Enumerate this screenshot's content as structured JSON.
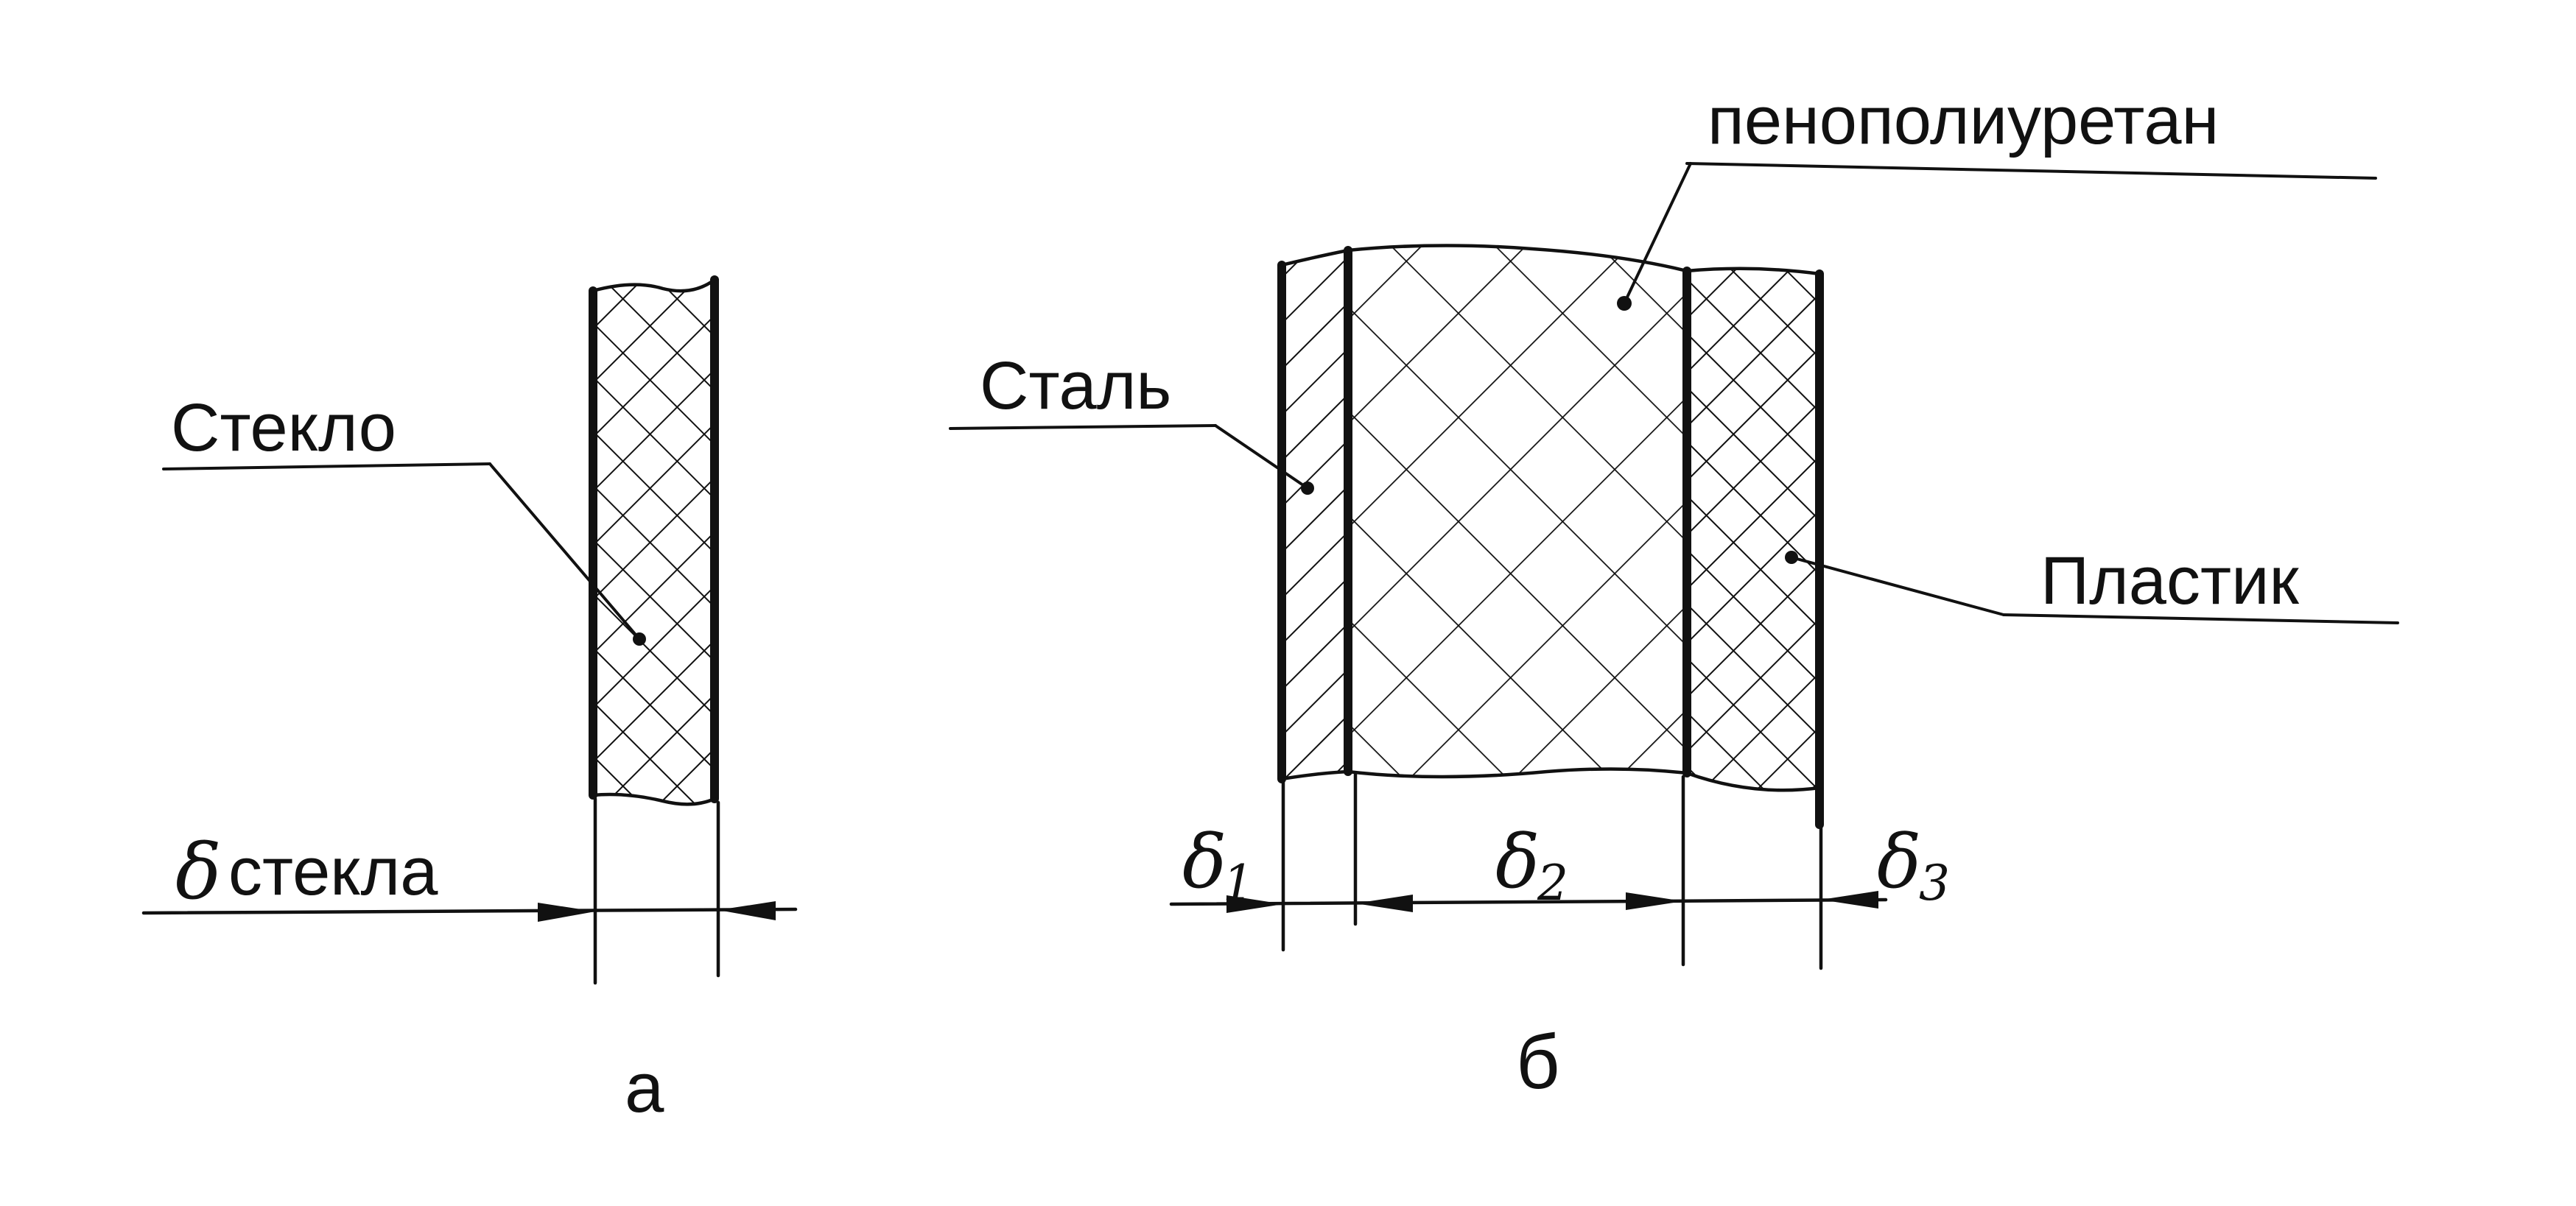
{
  "fig_a": {
    "label_glass": "Стекло",
    "delta_symbol": "δ",
    "thickness_label": "стекла",
    "caption": "а"
  },
  "fig_b": {
    "label_foam": "пенополиуретан",
    "label_steel": "Сталь",
    "label_plastic": "Пластик",
    "delta_1": "δ",
    "delta_1_sub": "1",
    "delta_2": "δ",
    "delta_2_sub": "2",
    "delta_3": "δ",
    "delta_3_sub": "3",
    "caption": "б"
  }
}
